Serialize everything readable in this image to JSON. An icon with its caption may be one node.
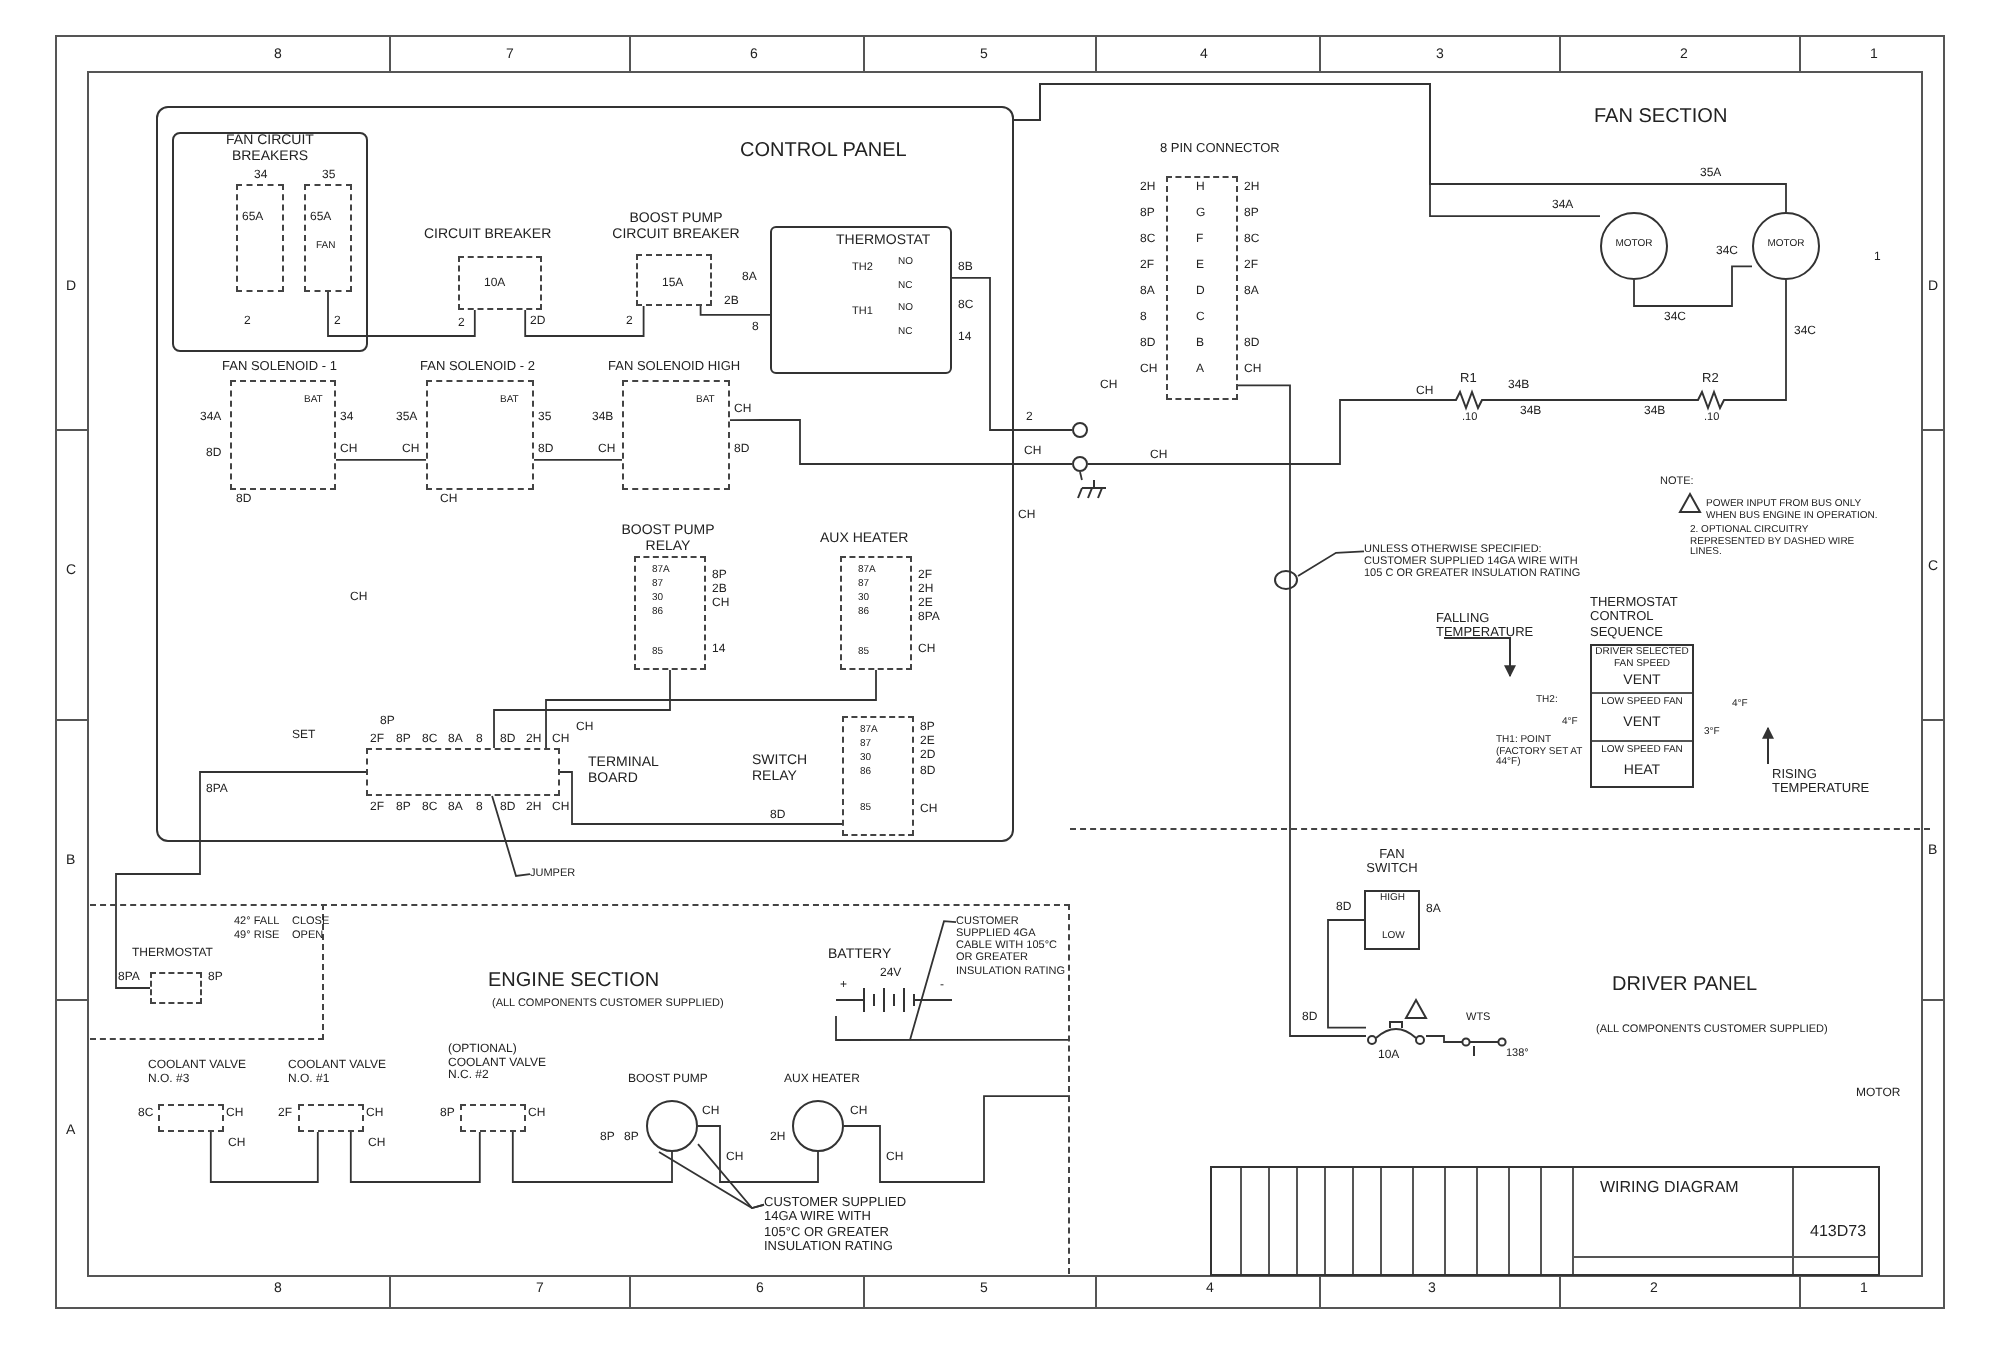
{
  "diagram": {
    "nodes": [
      {
        "text": [
          "CONTROL PANEL"
        ]
      },
      {
        "text": [
          "FAN CIRCUIT BREAKERS"
        ],
        "in": 0
      },
      {
        "text": [
          "65A"
        ],
        "in": 1
      },
      {
        "text": [
          "65A",
          "FAN"
        ],
        "in": 1
      },
      {
        "text": [
          "CIRCUIT BREAKER",
          "10A"
        ],
        "in": 0
      },
      {
        "text": [
          "BOOST PUMP CIRCUIT BREAKER",
          "15A"
        ],
        "in": 0
      },
      {
        "text": [
          "THERMOSTAT",
          "TH2",
          "NO",
          "NC",
          "TH1",
          "NO",
          "NC"
        ],
        "in": 0
      },
      {
        "text": [
          "FAN SOLENOID - 1",
          "BAT"
        ],
        "in": 0
      },
      {
        "text": [
          "FAN SOLENOID - 2",
          "BAT"
        ],
        "in": 0
      },
      {
        "text": [
          "FAN SOLENOID HIGH",
          "BAT"
        ],
        "in": 0
      },
      {
        "text": [
          "BOOST PUMP RELAY",
          "87A",
          "87",
          "30",
          "86",
          "85"
        ],
        "in": 0
      },
      {
        "text": [
          "AUX HEATER",
          "87A",
          "87",
          "30",
          "86",
          "85"
        ],
        "in": 0
      },
      {
        "text": [
          "TERMINAL BOARD"
        ],
        "in": 0
      },
      {
        "text": [
          "SWITCH RELAY",
          "87A",
          "87",
          "30",
          "86",
          "85"
        ],
        "in": 0
      },
      {
        "text": [],
        "shape": "circle"
      },
      {
        "text": [],
        "shape": "circle"
      },
      {
        "text": [],
        "shape": "ground"
      },
      {
        "text": [
          "8 PIN CONNECTOR",
          "H",
          "G",
          "F",
          "E",
          "D",
          "C",
          "B",
          "A"
        ]
      },
      {
        "text": [
          "MOTOR"
        ]
      },
      {
        "text": [
          "MOTOR"
        ]
      },
      {
        "text": [
          "R1"
        ],
        "beside": [
          ".10"
        ]
      },
      {
        "text": [
          "R2"
        ],
        "beside": [
          ".10"
        ]
      },
      {
        "text": [
          "ENGINE SECTION",
          "(ALL COMPONENTS CUSTOMER SUPPLIED)"
        ]
      },
      {
        "text": [
          "42° FALL",
          "CLOSE",
          "49° RISE",
          "OPEN"
        ],
        "in": 22
      },
      {
        "text": [
          "THERMOSTAT"
        ],
        "in": 23
      },
      {
        "text": [
          "BATTERY",
          "24V",
          "+",
          "-"
        ],
        "in": 22
      },
      {
        "text": [
          "COOLANT VALVE N.O. #3"
        ],
        "in": 22
      },
      {
        "text": [
          "COOLANT VALVE N.O. #1"
        ],
        "in": 22
      },
      {
        "text": [
          "(OPTIONAL) COOLANT VALVE N.C. #2"
        ],
        "in": 22
      },
      {
        "text": [
          "BOOST PUMP"
        ],
        "in": 22
      },
      {
        "text": [
          "AUX HEATER"
        ],
        "in": 22
      },
      {
        "text": [
          "DRIVER PANEL",
          "(ALL COMPONENTS CUSTOMER SUPPLIED)"
        ]
      },
      {
        "text": [
          "FAN SWITCH",
          "HIGH",
          "LOW"
        ],
        "in": 31
      },
      {
        "text": [
          "10A"
        ],
        "in": 31
      },
      {
        "text": [
          "WTS",
          "138°"
        ],
        "in": 31
      },
      {
        "text": [
          "THERMOSTAT CONTROL SEQUENCE",
          "DRIVER SELECTED FAN SPEED",
          "VENT",
          "LOW SPEED FAN",
          "VENT",
          "LOW SPEED FAN",
          "HEAT"
        ]
      },
      {
        "text": [],
        "shape": "ellipse"
      },
      {
        "text": [
          "UNLESS OTHERWISE SPECIFIED: CUSTOMER SUPPLIED 14GA WIRE WITH 105 C OR GREATER INSULATION RATING"
        ]
      },
      {
        "text": [
          "CUSTOMER SUPPLIED 4GA CABLE WITH 105°C OR GREATER INSULATION RATING"
        ],
        "in": 22
      },
      {
        "text": [
          "CUSTOMER SUPPLIED 14GA WIRE WITH 105°C OR GREATER INSULATION RATING"
        ],
        "in": 22
      },
      {
        "text": [
          "JUMPER"
        ]
      },
      {
        "text": [
          "WIRING DIAGRAM",
          "413D73"
        ],
        "in": 31
      }
    ],
    "edges": [
      {
        "from": 3,
        "to": 4,
        "arrow": "none"
      },
      {
        "from": 4,
        "to": 5,
        "arrow": "none"
      },
      {
        "from": 5,
        "to": 6,
        "arrow": "none"
      },
      {
        "from": 7,
        "to": 8,
        "arrow": "none"
      },
      {
        "from": 8,
        "to": 9,
        "arrow": "none"
      },
      {
        "from": 9,
        "to": 15,
        "arrow": "none"
      },
      {
        "from": 6,
        "to": 14,
        "arrow": "none"
      },
      {
        "from": 15,
        "to": 16,
        "arrow": "none"
      },
      {
        "from": 15,
        "to": 20,
        "arrow": "none"
      },
      {
        "from": 20,
        "to": 21,
        "arrow": "none"
      },
      {
        "from": 21,
        "to": 19,
        "arrow": "none"
      },
      {
        "from": 19,
        "to": 18,
        "arrow": "none"
      },
      {
        "from": 0,
        "to": 18,
        "arrow": "none"
      },
      {
        "from": 0,
        "to": 19,
        "arrow": "none"
      },
      {
        "from": 17,
        "to": 33,
        "arrow": "none"
      },
      {
        "from": 33,
        "to": 32,
        "arrow": "none"
      },
      {
        "from": 33,
        "to": 34,
        "arrow": "none"
      },
      {
        "from": 10,
        "to": 12,
        "arrow": "none"
      },
      {
        "from": 11,
        "to": 12,
        "arrow": "none"
      },
      {
        "from": 13,
        "to": 12,
        "arrow": "none"
      },
      {
        "from": 12,
        "to": 24,
        "arrow": "none"
      },
      {
        "from": 26,
        "to": 27,
        "arrow": "none"
      },
      {
        "from": 27,
        "to": 28,
        "arrow": "none"
      },
      {
        "from": 28,
        "to": 29,
        "arrow": "none"
      },
      {
        "from": 29,
        "to": 30,
        "arrow": "none"
      },
      {
        "from": 30,
        "to": 31,
        "arrow": "none"
      },
      {
        "from": 25,
        "to": 31,
        "arrow": "none"
      },
      {
        "from": 37,
        "to": 36,
        "arrow": "none"
      },
      {
        "from": 38,
        "to": null,
        "arrow": "none"
      },
      {
        "from": 39,
        "to": 29,
        "arrow": "none"
      },
      {
        "from": 39,
        "to": 29,
        "arrow": "none"
      },
      {
        "from": 40,
        "to": 12,
        "arrow": "none"
      }
    ],
    "labels": [
      "FAN SECTION",
      "8",
      "7",
      "6",
      "5",
      "4",
      "3",
      "2",
      "1",
      "8",
      "7",
      "6",
      "5",
      "4",
      "3",
      "2",
      "1",
      "D",
      "C",
      "B",
      "A",
      "D",
      "C",
      "B",
      "34",
      "35",
      "2",
      "2",
      "2",
      "2D",
      "2",
      "2B",
      "8A",
      "8",
      "8B",
      "8C",
      "14",
      "34A",
      "34",
      "8D",
      "CH",
      "8D",
      "35A",
      "35",
      "CH",
      "8D",
      "CH",
      "34B",
      "CH",
      "CH",
      "8D",
      "CH",
      "2",
      "CH",
      "CH",
      "CH",
      "CH",
      "8P",
      "2B",
      "CH",
      "14",
      "2F",
      "2H",
      "2E",
      "8PA",
      "CH",
      "2H",
      "8P",
      "8C",
      "2F",
      "8A",
      "8",
      "8D",
      "CH",
      "2H",
      "8P",
      "8C",
      "2F",
      "8A",
      "8D",
      "CH",
      "35A",
      "34A",
      "34C",
      "34C",
      "34C",
      "CH",
      "34B",
      "34B",
      "34B",
      "1",
      "NOTE:",
      "POWER INPUT FROM BUS ONLY WHEN BUS ENGINE IN OPERATION.",
      "2. OPTIONAL CIRCUITRY REPRESENTED BY DASHED WIRE LINES.",
      "FALLING TEMPERATURE",
      "RISING TEMPERATURE",
      "TH2:",
      "4°F",
      "TH1: POINT (FACTORY SET AT 44°F)",
      "4°F",
      "3°F",
      "2F",
      "8P",
      "8C",
      "8A",
      "8",
      "8D",
      "2H",
      "CH",
      "8P",
      "CH",
      "2F",
      "8P",
      "8C",
      "8A",
      "8",
      "8D",
      "2H",
      "CH",
      "8PA",
      "SET",
      "8P",
      "2E",
      "2D",
      "8D",
      "CH",
      "8D",
      "8PA",
      "8P",
      "8C",
      "CH",
      "CH",
      "2F",
      "CH",
      "CH",
      "8P",
      "CH",
      "8P",
      "8P",
      "CH",
      "CH",
      "2H",
      "CH",
      "CH",
      "8D",
      "8A",
      "8D",
      "MOTOR"
    ]
  }
}
